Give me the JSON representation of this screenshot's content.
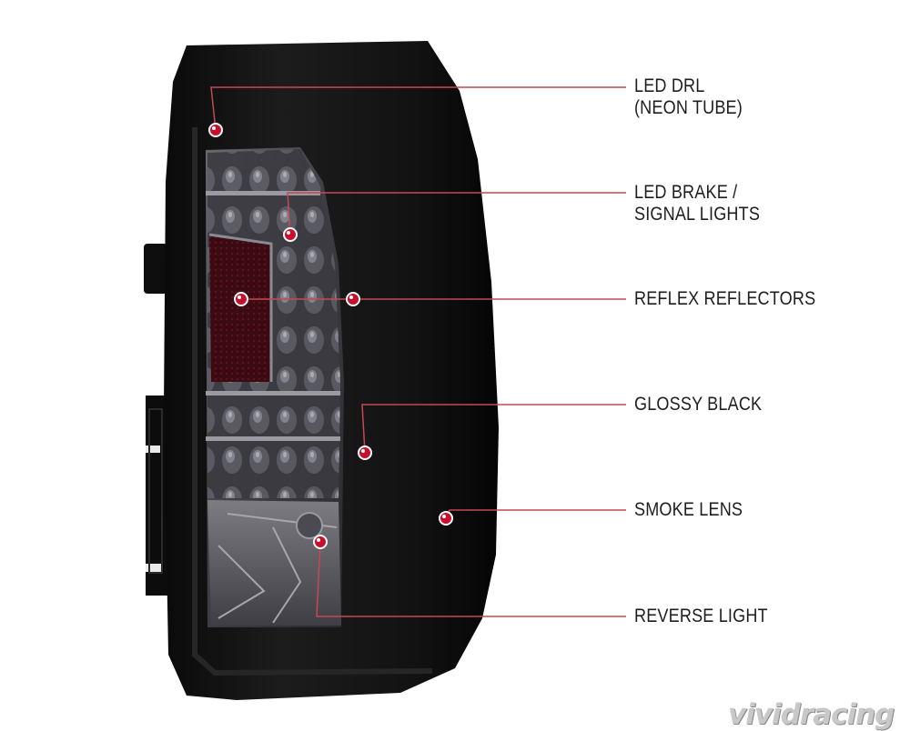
{
  "callouts": [
    {
      "id": "led-drl",
      "lines": [
        "LED DRL",
        "(NEON TUBE)"
      ]
    },
    {
      "id": "led-brake",
      "lines": [
        "LED BRAKE /",
        "SIGNAL LIGHTS"
      ]
    },
    {
      "id": "reflex",
      "lines": [
        "REFLEX REFLECTORS"
      ]
    },
    {
      "id": "glossy",
      "lines": [
        "GLOSSY BLACK"
      ]
    },
    {
      "id": "smoke",
      "lines": [
        "SMOKE LENS"
      ]
    },
    {
      "id": "reverse",
      "lines": [
        "REVERSE LIGHT"
      ]
    }
  ],
  "watermark": "vividracing",
  "colors": {
    "leader_line": "#c44a52",
    "marker": "#c8102e",
    "housing": "#141414",
    "lens_smoke": "#5a5a5e",
    "reflector": "#3a0a10"
  }
}
